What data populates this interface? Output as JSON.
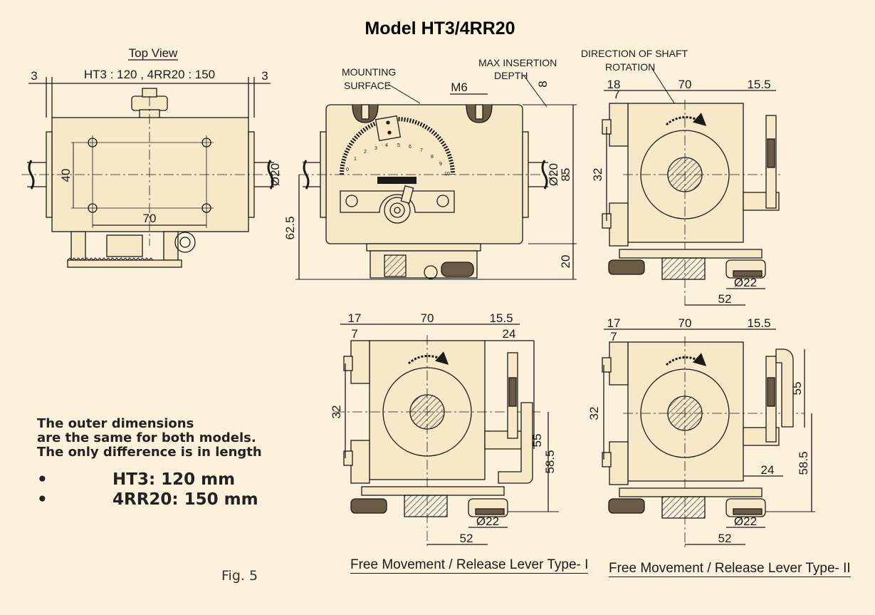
{
  "title": "Model HT3/4RR20",
  "top_view": {
    "label": "Top View",
    "dim_left": "3",
    "dim_right": "3",
    "dim_length": "HT3 : 120  ,  4RR20 : 150",
    "dim_height": "40",
    "dim_width": "70",
    "dim_shaft": "Ø20"
  },
  "front_view": {
    "mounting_label_1": "MOUNTING",
    "mounting_label_2": "SURFACE",
    "insertion_label_1": "MAX INSERTION",
    "insertion_label_2": "DEPTH",
    "dim_thread": "M6",
    "dim_depth": "8",
    "dim_shaft": "Ø20",
    "dim_height_total": "85",
    "dim_center": "62.5",
    "dim_base": "20"
  },
  "side_view": {
    "direction_label_1": "DIRECTION OF SHAFT",
    "direction_label_2": "ROTATION",
    "dim_18": "18",
    "dim_7": "7",
    "dim_70": "70",
    "dim_15_5": "15.5",
    "dim_32": "32",
    "dim_d22": "Ø22",
    "dim_52": "52"
  },
  "type1_view": {
    "dim_17": "17",
    "dim_7": "7",
    "dim_70": "70",
    "dim_15_5": "15.5",
    "dim_24": "24",
    "dim_32": "32",
    "dim_55": "55",
    "dim_58_5": "58.5",
    "dim_d22": "Ø22",
    "dim_52": "52",
    "caption": "Free Movement / Release Lever Type- I"
  },
  "type2_view": {
    "dim_17": "17",
    "dim_7": "7",
    "dim_70": "70",
    "dim_15_5": "15.5",
    "dim_24": "24",
    "dim_32": "32",
    "dim_55": "55",
    "dim_58_5": "58.5",
    "dim_d22": "Ø22",
    "dim_52": "52",
    "caption": "Free Movement / Release Lever Type- II"
  },
  "note": {
    "line1": "The outer dimensions",
    "line2": "are the same for both models.",
    "line3": "The only difference is in length",
    "bullet": "•",
    "model1": "HT3:  120 mm",
    "model2": "4RR20: 150 mm"
  },
  "fig_label": "Fig. 5",
  "dial_numbers": [
    "0",
    "1",
    "2",
    "3",
    "4",
    "5",
    "6",
    "7",
    "8",
    "9",
    "10"
  ],
  "colors": {
    "background": "#fcf2dc",
    "line": "#1a1a1a",
    "body": "#f7e9c8"
  }
}
